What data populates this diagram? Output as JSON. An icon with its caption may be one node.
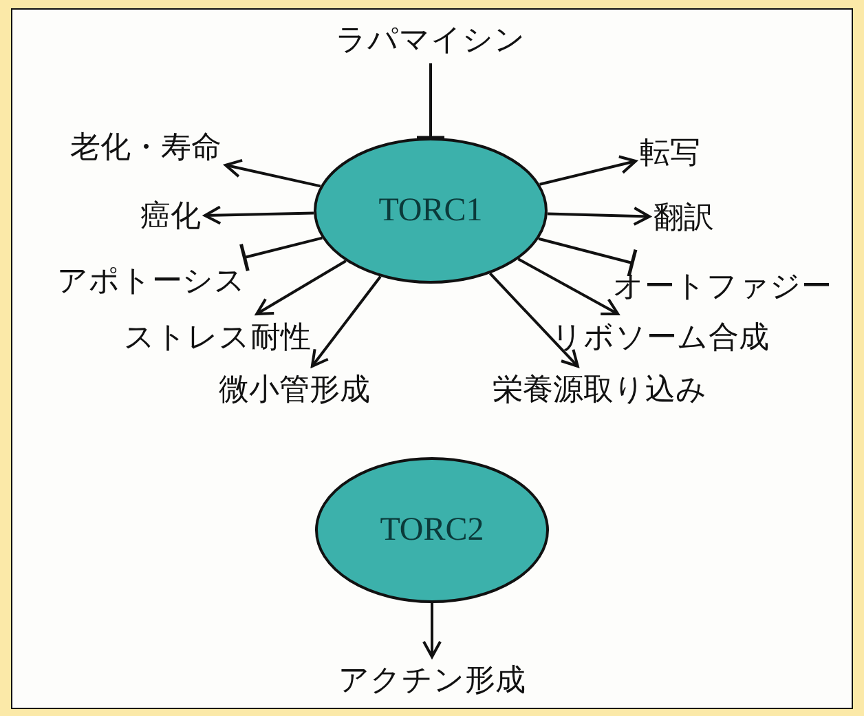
{
  "diagram": {
    "nodes": [
      {
        "text": [
          "ラパマイシン"
        ]
      },
      {
        "text": [
          "TORC1"
        ]
      },
      {
        "text": [
          "老化・寿命"
        ]
      },
      {
        "text": [
          "癌化"
        ]
      },
      {
        "text": [
          "アポトーシス"
        ]
      },
      {
        "text": [
          "ストレス耐性"
        ]
      },
      {
        "text": [
          "微小管形成"
        ]
      },
      {
        "text": [
          "栄養源取り込み"
        ]
      },
      {
        "text": [
          "リボソーム合成"
        ]
      },
      {
        "text": [
          "オートファジー"
        ]
      },
      {
        "text": [
          "転写"
        ]
      },
      {
        "text": [
          "翻訳"
        ]
      },
      {
        "text": [
          "TORC2"
        ]
      },
      {
        "text": [
          "アクチン形成"
        ]
      }
    ],
    "edges": [
      {
        "from": 0,
        "to": 1,
        "arrow": "other"
      },
      {
        "from": 1,
        "to": 2,
        "arrow": "to"
      },
      {
        "from": 1,
        "to": 3,
        "arrow": "to"
      },
      {
        "from": 1,
        "to": 4,
        "arrow": "other"
      },
      {
        "from": 1,
        "to": 5,
        "arrow": "to"
      },
      {
        "from": 1,
        "to": 6,
        "arrow": "to"
      },
      {
        "from": 1,
        "to": 7,
        "arrow": "to"
      },
      {
        "from": 1,
        "to": 8,
        "arrow": "to"
      },
      {
        "from": 1,
        "to": 9,
        "arrow": "other"
      },
      {
        "from": 1,
        "to": 10,
        "arrow": "to"
      },
      {
        "from": 1,
        "to": 11,
        "arrow": "to"
      },
      {
        "from": 12,
        "to": 13,
        "arrow": "to"
      }
    ]
  }
}
